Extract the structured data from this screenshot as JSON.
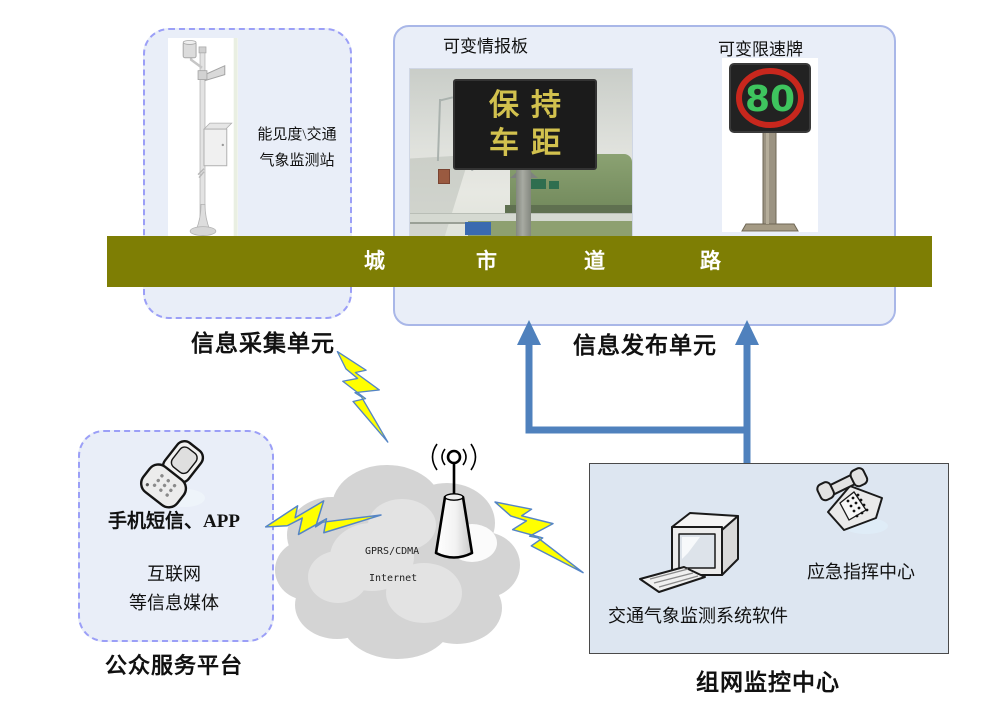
{
  "colors": {
    "road_bar": "#7e7e04",
    "unit_box_fill": "#e9eef8",
    "dashed_border": "#9b9ff7",
    "solid_border": "#a9b7e8",
    "monitor_box_fill": "#dde6f1",
    "arrow_blue": "#4f81bd",
    "bolt_yellow": "#ffff00",
    "vms_text_yellow": "#d2c14e",
    "speed_sign_green": "#3ec45e",
    "speed_sign_red": "#c8271d"
  },
  "collection_unit": {
    "station_caption": "能见度\\交通气象监测站",
    "label": "信息采集单元"
  },
  "publish_unit": {
    "vms_label": "可变情报板",
    "vms_display_line1": "保持",
    "vms_display_line2": "车距",
    "speed_label": "可变限速牌",
    "speed_value": "80",
    "label": "信息发布单元"
  },
  "road_bar": {
    "chars": [
      "城",
      "市",
      "道",
      "路"
    ]
  },
  "platform": {
    "line1": "手机短信、APP",
    "line2": "互联网",
    "line3": "等信息媒体",
    "label": "公众服务平台"
  },
  "cloud": {
    "line1": "GPRS/CDMA",
    "line2": "Internet"
  },
  "monitor_center": {
    "software_label": "交通气象监测系统软件",
    "phone_label": "应急指挥中心",
    "label": "组网监控中心"
  }
}
